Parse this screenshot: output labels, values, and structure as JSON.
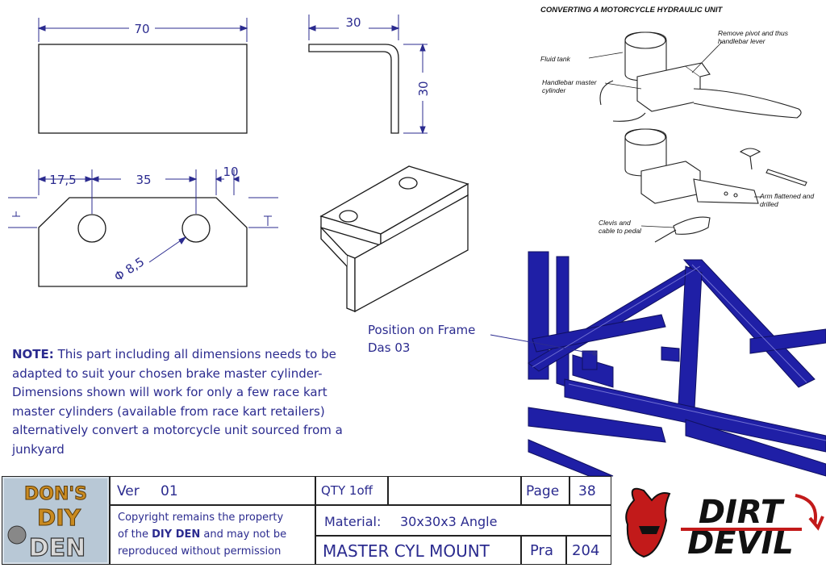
{
  "drawing": {
    "dims": {
      "top_width": "70",
      "angle_width": "30",
      "angle_height": "30",
      "hole_offset": "17,5",
      "hole_spacing": "35",
      "chamfer": "10",
      "hole_dia": "Φ 8,5"
    },
    "position_label_line1": "Position on Frame",
    "position_label_line2": "Das 03",
    "note_prefix": "NOTE:",
    "note_text": " This part including all dimensions needs to be adapted to suit your chosen brake master cylinder- Dimensions shown will work for only a few race kart master cylinders (available from race kart retailers) alternatively convert a motorcycle unit sourced from a junkyard"
  },
  "conversion": {
    "title": "CONVERTING A MOTORCYCLE HYDRAULIC UNIT",
    "callouts": {
      "fluid_tank": "Fluid tank",
      "handlebar_mc": "Handlebar master cylinder",
      "remove_pivot": "Remove pivot and thus handlebar lever",
      "arm_flattened": "Arm flattened and drilled",
      "clevis": "Clevis and cable to pedal"
    }
  },
  "title_block": {
    "logo_text": "DON'S DIY DEN",
    "ver_label": "Ver",
    "ver_value": "01",
    "qty": "QTY 1off",
    "page_label": "Page",
    "page_value": "38",
    "copyright_1": "Copyright remains the property",
    "copyright_2a": "of the ",
    "copyright_2b": "DIY DEN",
    "copyright_2c": " and may not be",
    "copyright_3": "reproduced without permission",
    "material_label": "Material:",
    "material_value": "30x30x3 Angle",
    "part_name": "MASTER CYL MOUNT",
    "pra_label": "Pra",
    "pra_value": "204",
    "brand": "DIRT DEVIL"
  },
  "colors": {
    "ink": "#1a1a1a",
    "dimension_blue": "#2b2b8f",
    "frame_blue": "#1f1fa6"
  }
}
